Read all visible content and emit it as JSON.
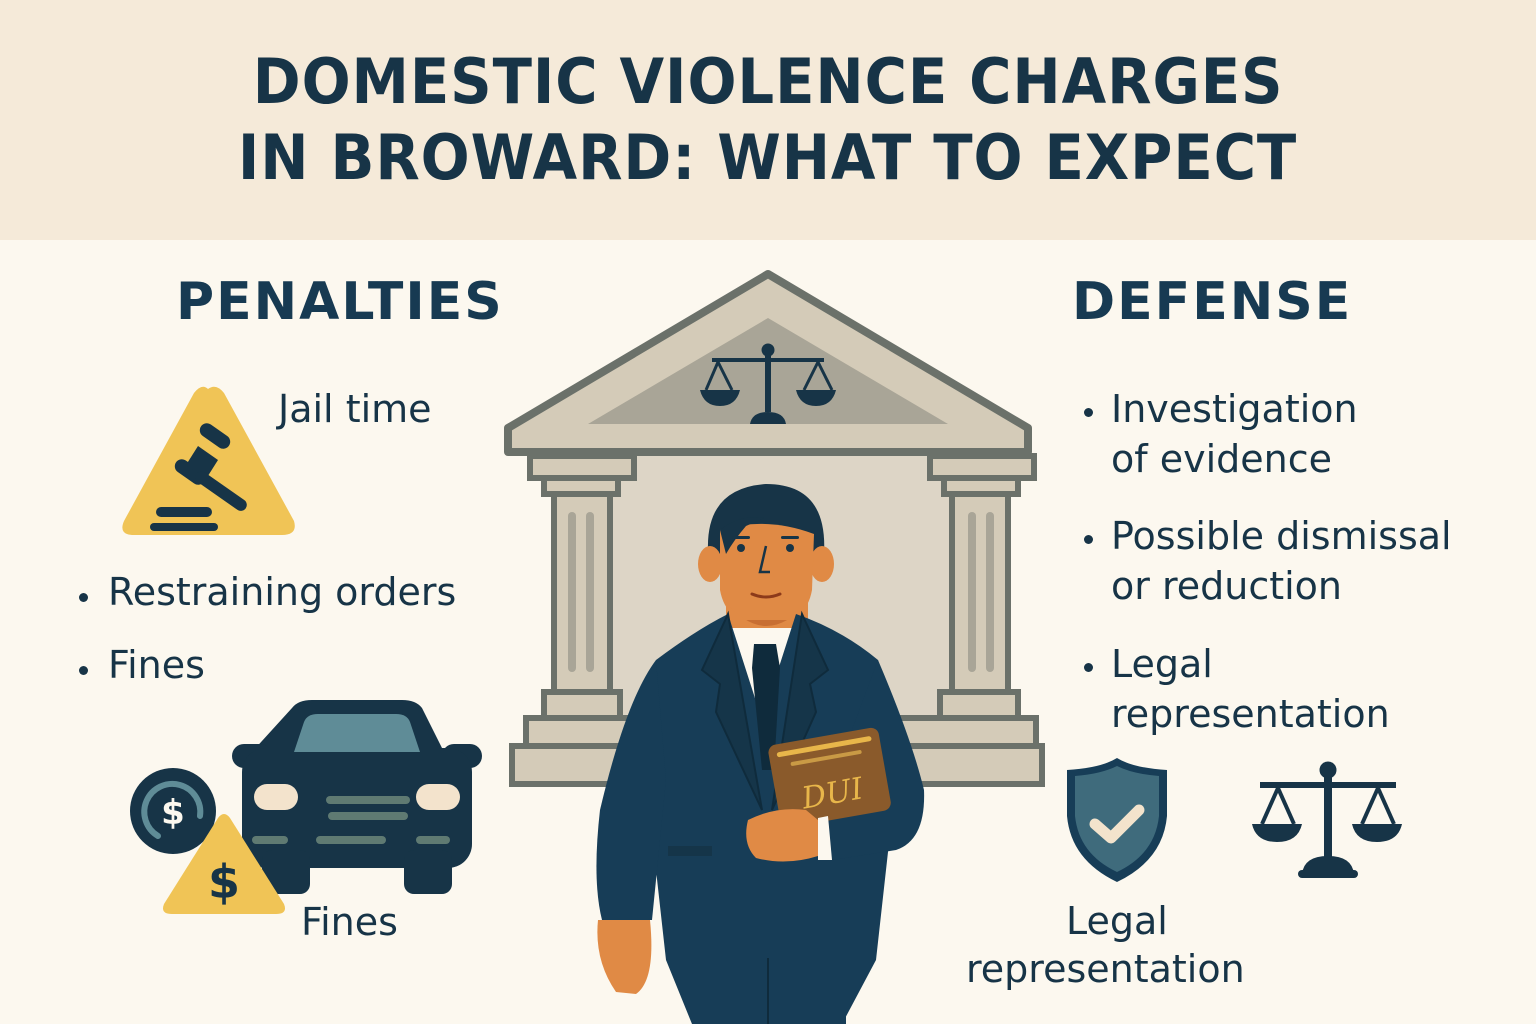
{
  "header": {
    "title_line1": "DOMESTIC VIOLENCE CHARGES",
    "title_line2": "IN BROWARD: WHAT TO EXPECT",
    "background": "#f5ead9"
  },
  "penalties": {
    "title": "PENALTIES",
    "items": [
      {
        "label": "Jail time",
        "icon": "gavel-warning-icon"
      },
      {
        "label": "Restraining orders",
        "bullet": true
      },
      {
        "label": "Fines",
        "bullet": true
      },
      {
        "label": "Fines",
        "icon": "car-fines-icon"
      }
    ]
  },
  "center": {
    "illustration": "courthouse-with-lawyer",
    "book_label": "DUI",
    "pediment_icon": "scales-of-justice-icon"
  },
  "defense": {
    "title": "DEFENSE",
    "items": [
      {
        "line1": "Investigation",
        "line2": "of evidence"
      },
      {
        "line1": "Possible dismissal",
        "line2": "or reduction"
      },
      {
        "line1": "Legal",
        "line2": "representation"
      }
    ],
    "shield_caption_line1": "Legal",
    "shield_caption_line2": "representation"
  },
  "colors": {
    "navy": "#173447",
    "yellow": "#f0c456",
    "stone": "#d4cbb8",
    "stone_border": "#6b716a",
    "skin": "#e08a45",
    "suit": "#173d57",
    "book": "#8a5a2b",
    "book_text": "#e8b64a",
    "background": "#fcf8ef"
  }
}
